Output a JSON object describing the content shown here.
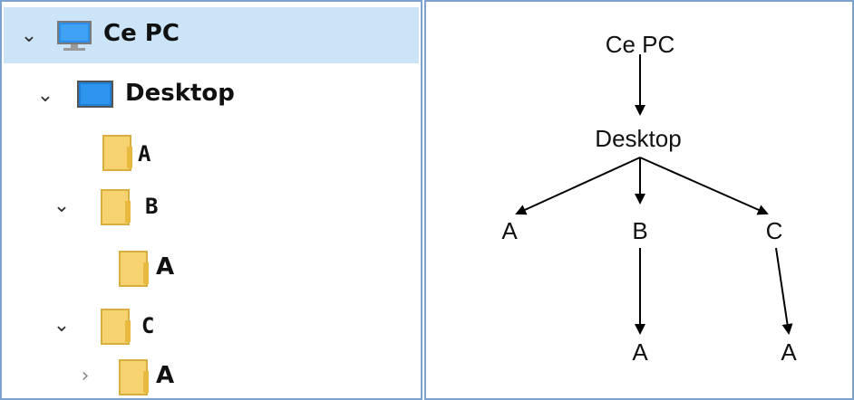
{
  "tree": {
    "root": {
      "label": "Ce PC",
      "expanded": true,
      "selected": true,
      "icon": "computer-icon"
    },
    "desktop": {
      "label": "Desktop",
      "expanded": true,
      "icon": "desktop-icon"
    },
    "folder_a": {
      "label": "A",
      "icon": "folder-icon"
    },
    "folder_b": {
      "label": "B",
      "expanded": true,
      "icon": "folder-icon"
    },
    "folder_b_a": {
      "label": "A",
      "icon": "folder-icon"
    },
    "folder_c": {
      "label": "C",
      "expanded": true,
      "icon": "folder-icon"
    },
    "folder_c_a": {
      "label": "A",
      "expanded": false,
      "icon": "folder-icon"
    }
  },
  "diagram": {
    "nodes": {
      "root": "Ce PC",
      "desktop": "Desktop",
      "a": "A",
      "b": "B",
      "c": "C",
      "b_a": "A",
      "c_a": "A"
    }
  },
  "colors": {
    "selection": "#cce4f7",
    "border": "#7da2ce",
    "folder": "#f6d271",
    "monitor": "#2b8ee8"
  }
}
